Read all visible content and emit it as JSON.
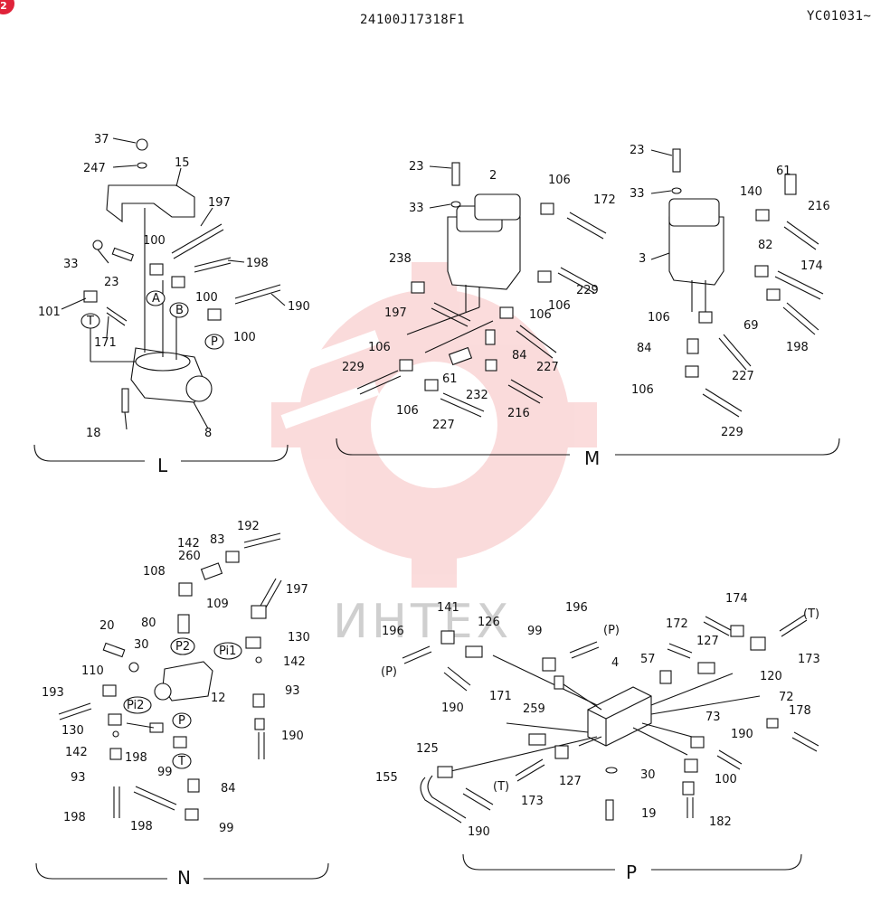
{
  "header": {
    "doc_number": "24100J17318F1",
    "serial_range": "YC01031~",
    "badge": "2"
  },
  "watermark": {
    "text": "ИНТЕХ",
    "color": "#f08080"
  },
  "sections": [
    {
      "id": "L",
      "label": "L"
    },
    {
      "id": "M",
      "label": "M"
    },
    {
      "id": "N",
      "label": "N"
    },
    {
      "id": "P",
      "label": "P"
    }
  ],
  "section_L": {
    "callouts": [
      "37",
      "247",
      "15",
      "197",
      "33",
      "23",
      "100",
      "198",
      "A",
      "100",
      "101",
      "B",
      "190",
      "T",
      "171",
      "P",
      "100",
      "18",
      "8"
    ]
  },
  "section_M": {
    "callouts": [
      "23",
      "2",
      "106",
      "172",
      "33",
      "238",
      "229",
      "197",
      "106",
      "106",
      "84",
      "229",
      "106",
      "61",
      "227",
      "232",
      "216",
      "106",
      "227",
      "23",
      "61",
      "33",
      "140",
      "216",
      "82",
      "3",
      "174",
      "106",
      "69",
      "84",
      "198",
      "227",
      "106",
      "229"
    ]
  },
  "section_N": {
    "callouts": [
      "192",
      "142",
      "83",
      "260",
      "108",
      "197",
      "109",
      "80",
      "20",
      "P2",
      "Pi1",
      "130",
      "30",
      "142",
      "110",
      "93",
      "193",
      "12",
      "Pi2",
      "130",
      "190",
      "P",
      "142",
      "198",
      "99",
      "93",
      "T",
      "84",
      "198",
      "198",
      "99"
    ]
  },
  "section_P": {
    "callouts": [
      "141",
      "126",
      "196",
      "(P)",
      "174",
      "(T)",
      "196",
      "99",
      "172",
      "127",
      "173",
      "(P)",
      "57",
      "4",
      "120",
      "190",
      "259",
      "72",
      "171",
      "73",
      "178",
      "190",
      "125",
      "127",
      "30",
      "100",
      "155",
      "(T)",
      "173",
      "190",
      "19",
      "182"
    ]
  }
}
